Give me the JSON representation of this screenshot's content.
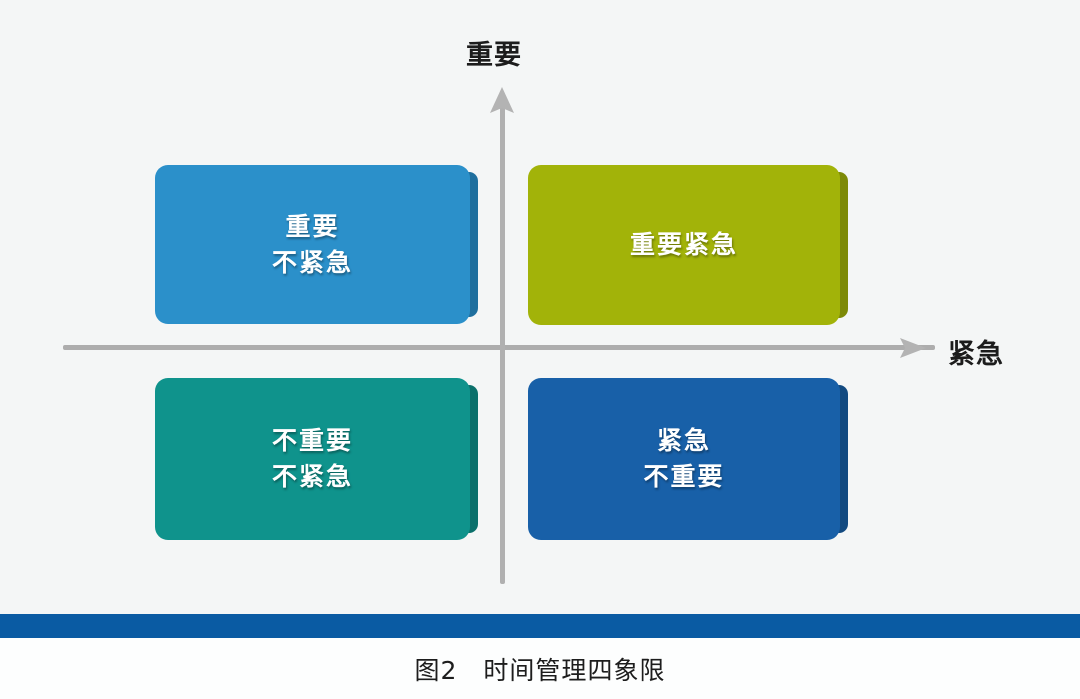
{
  "figure": {
    "background_color": "#f4f6f6",
    "caption": "图2　时间管理四象限",
    "band_color": "#0a5ba3"
  },
  "axes": {
    "vertical": {
      "label": "重要",
      "arrow_icon": "arrow-up-icon",
      "color": "#b0b0b0"
    },
    "horizontal": {
      "label": "紧急",
      "arrow_icon": "arrow-right-icon",
      "color": "#adadad"
    }
  },
  "quadrants": [
    {
      "id": "important-not-urgent",
      "line1": "重要",
      "line2": "不紧急",
      "color": "#2b90ca",
      "side_color": "#1f6f9e",
      "position": "top-left"
    },
    {
      "id": "important-urgent",
      "line1": "重要紧急",
      "line2": "",
      "color": "#a2b309",
      "side_color": "#7d8a07",
      "position": "top-right"
    },
    {
      "id": "not-important-not-urgent",
      "line1": "不重要",
      "line2": "不紧急",
      "color": "#0f938c",
      "side_color": "#0b706b",
      "position": "bottom-left"
    },
    {
      "id": "urgent-not-important",
      "line1": "紧急",
      "line2": "不重要",
      "color": "#1860a8",
      "side_color": "#124a80",
      "position": "bottom-right"
    }
  ]
}
